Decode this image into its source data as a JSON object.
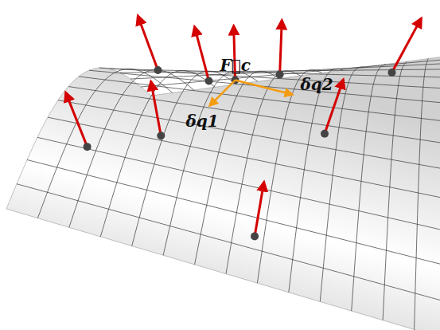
{
  "diagram": {
    "labels": [
      "F⃗c",
      "δq1",
      "δq2"
    ]
  }
}
